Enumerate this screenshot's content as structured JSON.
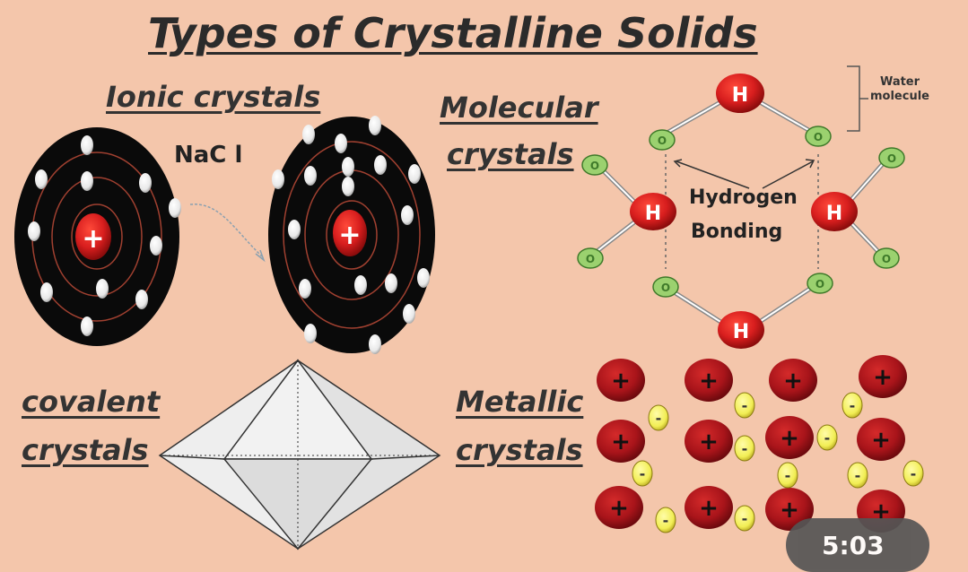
{
  "title": "Types of Crystalline Solids",
  "ionic": {
    "heading": "Ionic crystals",
    "formula": "NaC l",
    "nucleus_symbol": "+"
  },
  "molecular": {
    "heading_line1": "Molecular",
    "heading_line2": "crystals",
    "water_label_line1": "Water",
    "water_label_line2": "molecule",
    "bond_label_line1": "Hydrogen",
    "bond_label_line2": "Bonding",
    "h_symbol": "H",
    "o_symbol": "O"
  },
  "covalent": {
    "heading_line1": "covalent",
    "heading_line2": "crystals"
  },
  "metallic": {
    "heading_line1": "Metallic",
    "heading_line2": "crystals",
    "cation_symbol": "+",
    "electron_symbol": "-"
  },
  "video": {
    "timestamp": "5:03"
  },
  "colors": {
    "background": "#f4c6ab",
    "nucleus": "#d81e1e",
    "cation": "#b3151b",
    "electron": "#f2ee55",
    "oxygen": "#9bd16f"
  }
}
